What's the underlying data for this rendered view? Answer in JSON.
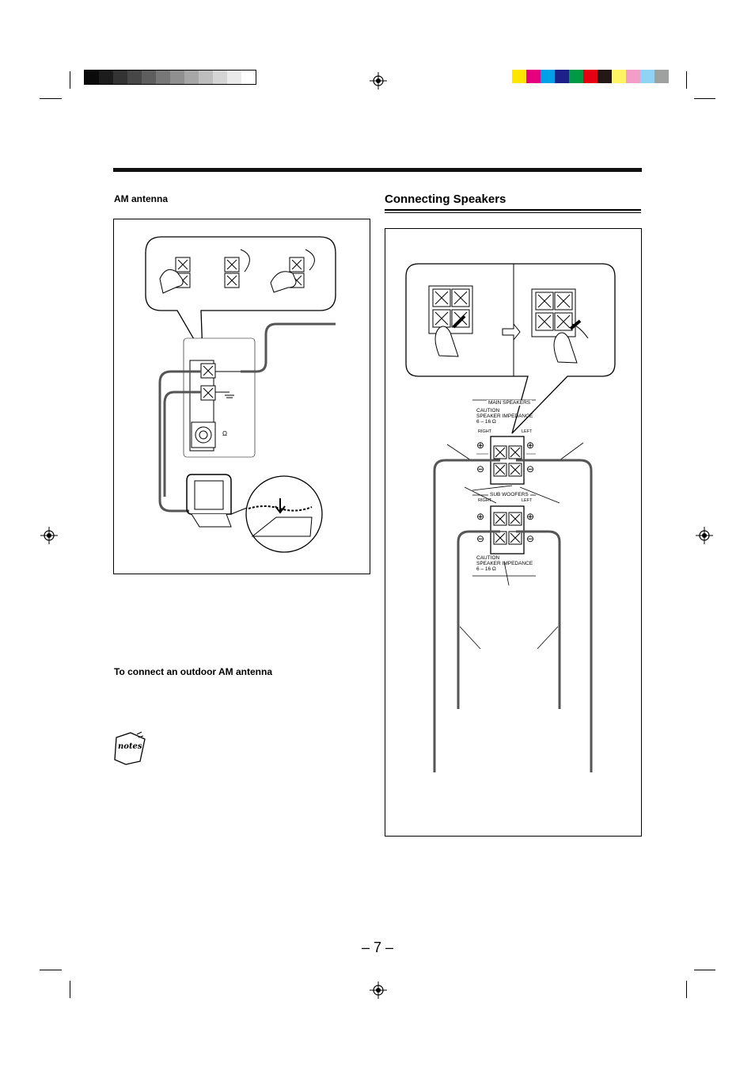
{
  "am_section": {
    "heading": "AM antenna",
    "outdoor_heading": "To connect an outdoor AM antenna",
    "ohm_symbol": "Ω"
  },
  "speakers_section": {
    "heading": "Connecting Speakers",
    "main_label": "MAIN SPEAKERS",
    "caution_top_1": "CAUTION",
    "caution_top_2": "SPEAKER IMPEDANCE",
    "impedance_top": "6 – 16 Ω",
    "right_top": "RIGHT",
    "left_top": "LEFT",
    "sub_label": "SUB WOOFERS",
    "right_bottom": "RIGHT",
    "left_bottom": "LEFT",
    "caution_bottom_1": "CAUTION",
    "caution_bottom_2": "SPEAKER IMPEDANCE",
    "impedance_bottom": "6 – 16 Ω",
    "plus": "⊕",
    "minus": "⊖"
  },
  "notes_icon_text": "notes",
  "page_number": "– 7 –",
  "colors": {
    "gray_bar": [
      "#0a0a0a",
      "#1c1c1c",
      "#333333",
      "#474747",
      "#5e5e5e",
      "#777777",
      "#8f8f8f",
      "#a6a6a6",
      "#bdbdbd",
      "#d4d4d4",
      "#eaeaea",
      "#ffffff"
    ],
    "color_bar": [
      "#ffe600",
      "#e6007e",
      "#00a0e9",
      "#1d2088",
      "#009944",
      "#e60012",
      "#231815",
      "#fff462",
      "#f29ec8",
      "#8fd3f5",
      "#9fa0a0"
    ]
  }
}
